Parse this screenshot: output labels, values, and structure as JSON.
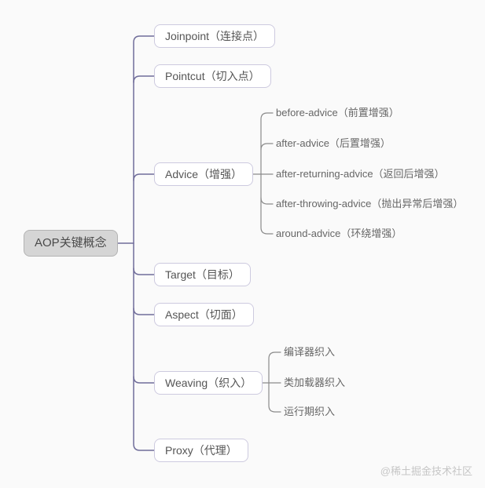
{
  "root": {
    "label": "AOP关键概念"
  },
  "branches": [
    {
      "label": "Joinpoint（连接点）"
    },
    {
      "label": "Pointcut（切入点）"
    },
    {
      "label": "Advice（增强）",
      "children": [
        "before-advice（前置增强）",
        "after-advice（后置增强）",
        "after-returning-advice（返回后增强）",
        "after-throwing-advice（抛出异常后增强）",
        "around-advice（环绕增强）"
      ]
    },
    {
      "label": "Target（目标）"
    },
    {
      "label": "Aspect（切面）"
    },
    {
      "label": "Weaving（织入）",
      "children": [
        "编译器织入",
        "类加载器织入",
        "运行期织入"
      ]
    },
    {
      "label": "Proxy（代理）"
    }
  ],
  "watermark": "@稀土掘金技术社区",
  "colors": {
    "background": "#fafafa",
    "branch_line": "#706d9a",
    "subtree_line": "#8a8a8a",
    "root_bg": "#d5d5d5",
    "root_border": "#b3b3b3",
    "node_bg": "#ffffff",
    "node_border": "#cdcadf",
    "node_text": "#555555",
    "leaf_text": "#666666",
    "watermark_text": "#c6c6c6"
  }
}
